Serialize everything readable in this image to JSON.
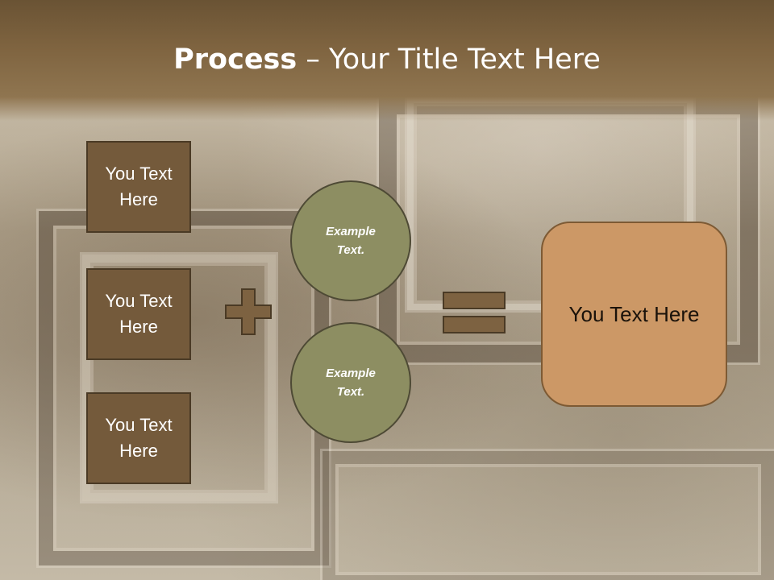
{
  "title": {
    "bold": "Process",
    "rest": " – Your Title Text Here"
  },
  "boxes": [
    {
      "label": "You Text Here"
    },
    {
      "label": "You Text Here"
    },
    {
      "label": "You Text Here"
    }
  ],
  "circles": [
    {
      "label": "Example Text."
    },
    {
      "label": "Example Text."
    }
  ],
  "result": {
    "label": "You Text Here"
  },
  "icons": {
    "plus": "plus-icon",
    "equals": "equals-icon"
  },
  "colors": {
    "box_fill": "#745a3b",
    "circle_fill": "#8d8e62",
    "result_fill": "#cc9866",
    "operator_fill": "#7d6241"
  }
}
